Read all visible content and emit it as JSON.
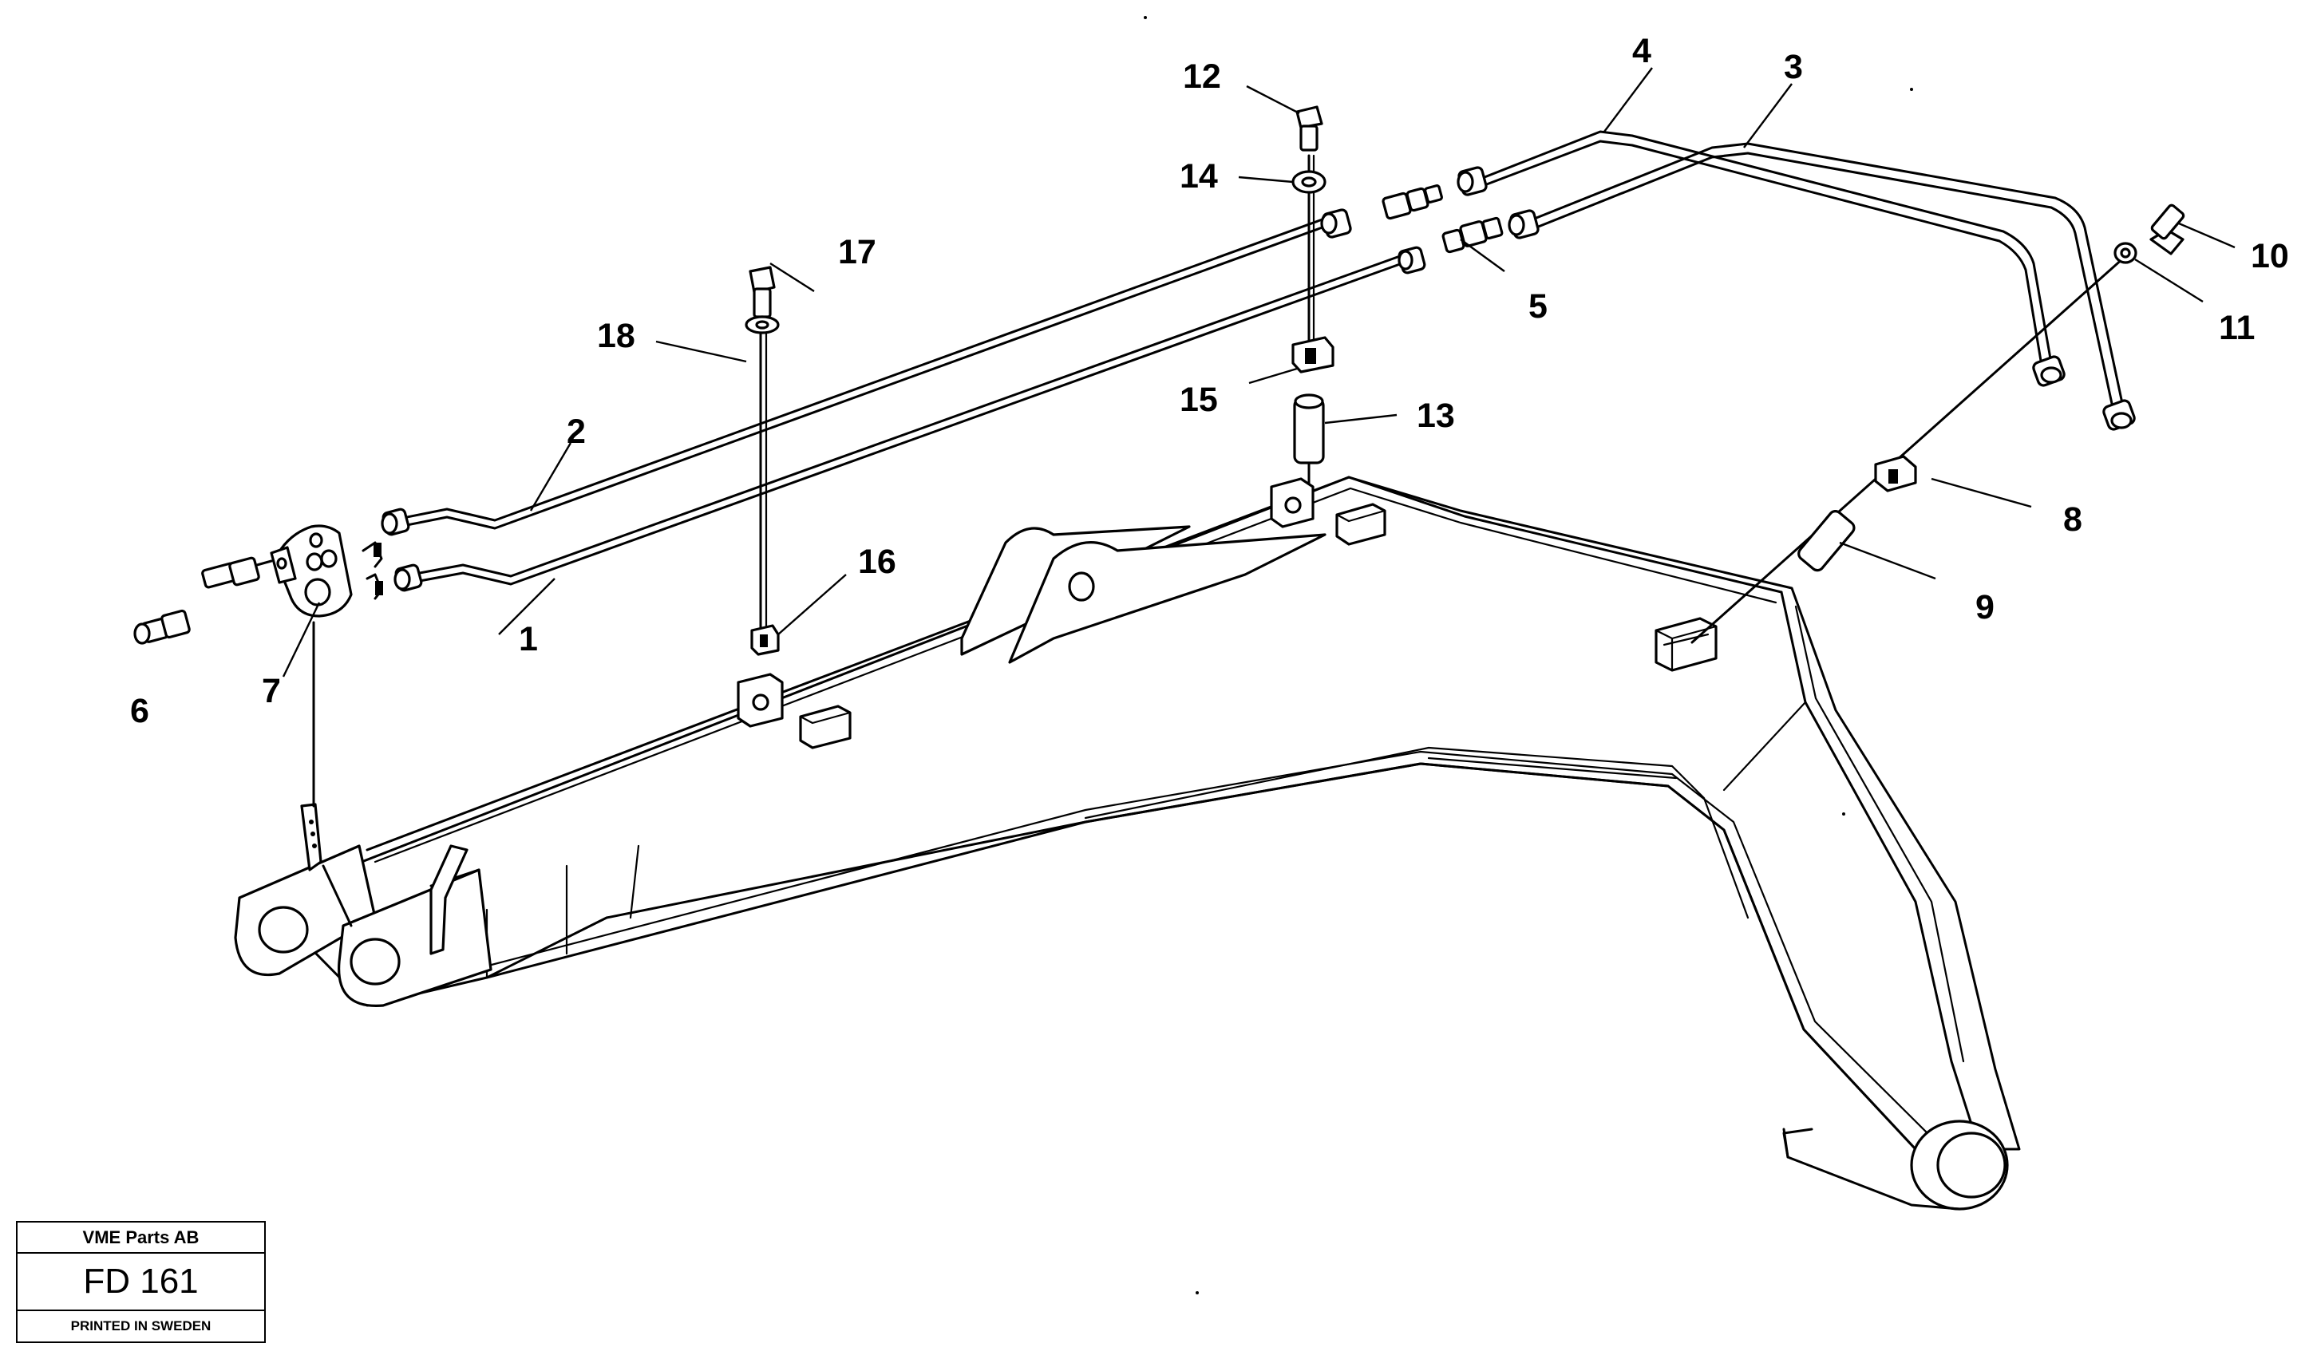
{
  "callouts": [
    "1",
    "2",
    "3",
    "4",
    "5",
    "6",
    "7",
    "8",
    "9",
    "10",
    "11",
    "12",
    "13",
    "14",
    "15",
    "16",
    "17",
    "18"
  ],
  "title_block": {
    "company": "VME Parts AB",
    "code": "FD 161",
    "printed": "PRINTED IN SWEDEN"
  }
}
